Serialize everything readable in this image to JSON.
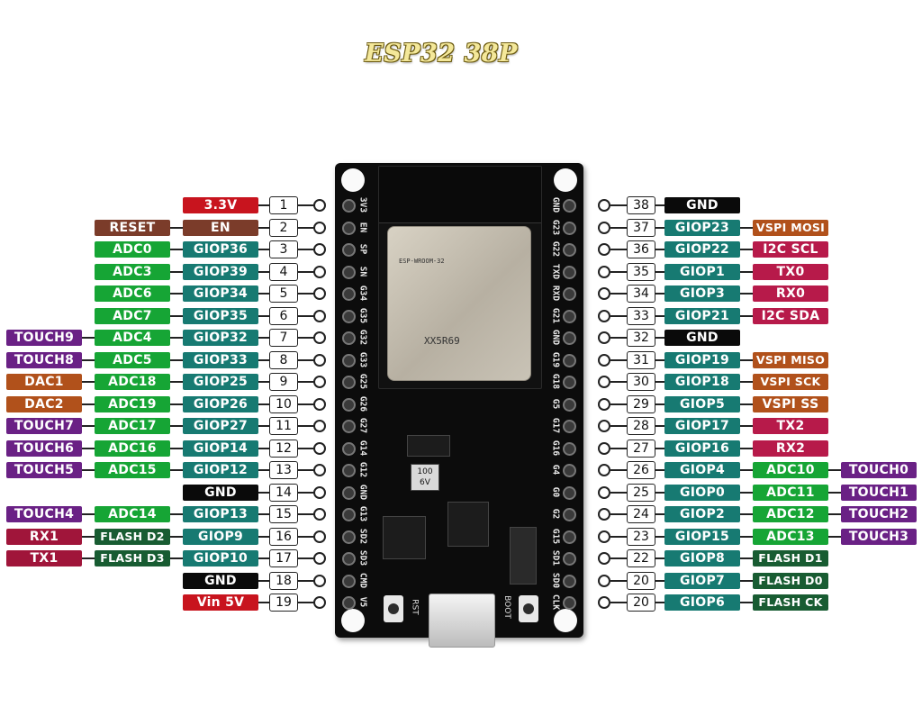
{
  "title": "ESP32 38P",
  "colors": {
    "power": "#c8141e",
    "reset": "#7b3c2a",
    "en": "#7b3c2a",
    "adc": "#16a535",
    "gpio": "#177a72",
    "gnd": "#0a0a0a",
    "touch": "#6a2185",
    "dac": "#b1511b",
    "serial_left": "#a0153a",
    "flash": "#185c32",
    "vspi": "#b1511b",
    "i2c": "#b71a4a",
    "uart_right": "#b71a4a"
  },
  "board": {
    "module_text": [
      "ESP-WROOM-32",
      "XX5R69"
    ],
    "button_rst": "RST",
    "button_boot": "BOOT",
    "cap_label": "100 6V",
    "left_silk": [
      "3V3",
      "EN",
      "SP",
      "SN",
      "G34",
      "G35",
      "G32",
      "G33",
      "G25",
      "G26",
      "G27",
      "G14",
      "G12",
      "GND",
      "G13",
      "SD2",
      "SD3",
      "CMD",
      "V5"
    ],
    "right_silk": [
      "GND",
      "G23",
      "G22",
      "TXD",
      "RXD",
      "G21",
      "GND",
      "G19",
      "G18",
      "G5",
      "G17",
      "G16",
      "G4",
      "G0",
      "G2",
      "G15",
      "SD1",
      "SD0",
      "CLK"
    ]
  },
  "left_pins": [
    {
      "num": "1",
      "labels": [
        {
          "text": "3.3V",
          "kind": "power"
        }
      ]
    },
    {
      "num": "2",
      "labels": [
        {
          "text": "RESET",
          "kind": "reset"
        },
        {
          "text": "EN",
          "kind": "en"
        }
      ]
    },
    {
      "num": "3",
      "labels": [
        {
          "text": "ADC0",
          "kind": "adc"
        },
        {
          "text": "GIOP36",
          "kind": "gpio"
        }
      ]
    },
    {
      "num": "4",
      "labels": [
        {
          "text": "ADC3",
          "kind": "adc"
        },
        {
          "text": "GIOP39",
          "kind": "gpio"
        }
      ]
    },
    {
      "num": "5",
      "labels": [
        {
          "text": "ADC6",
          "kind": "adc"
        },
        {
          "text": "GIOP34",
          "kind": "gpio"
        }
      ]
    },
    {
      "num": "6",
      "labels": [
        {
          "text": "ADC7",
          "kind": "adc"
        },
        {
          "text": "GIOP35",
          "kind": "gpio"
        }
      ]
    },
    {
      "num": "7",
      "labels": [
        {
          "text": "TOUCH9",
          "kind": "touch"
        },
        {
          "text": "ADC4",
          "kind": "adc"
        },
        {
          "text": "GIOP32",
          "kind": "gpio"
        }
      ]
    },
    {
      "num": "8",
      "labels": [
        {
          "text": "TOUCH8",
          "kind": "touch"
        },
        {
          "text": "ADC5",
          "kind": "adc"
        },
        {
          "text": "GIOP33",
          "kind": "gpio"
        }
      ]
    },
    {
      "num": "9",
      "labels": [
        {
          "text": "DAC1",
          "kind": "dac"
        },
        {
          "text": "ADC18",
          "kind": "adc"
        },
        {
          "text": "GIOP25",
          "kind": "gpio"
        }
      ]
    },
    {
      "num": "10",
      "labels": [
        {
          "text": "DAC2",
          "kind": "dac"
        },
        {
          "text": "ADC19",
          "kind": "adc"
        },
        {
          "text": "GIOP26",
          "kind": "gpio"
        }
      ]
    },
    {
      "num": "11",
      "labels": [
        {
          "text": "TOUCH7",
          "kind": "touch"
        },
        {
          "text": "ADC17",
          "kind": "adc"
        },
        {
          "text": "GIOP27",
          "kind": "gpio"
        }
      ]
    },
    {
      "num": "12",
      "labels": [
        {
          "text": "TOUCH6",
          "kind": "touch"
        },
        {
          "text": "ADC16",
          "kind": "adc"
        },
        {
          "text": "GIOP14",
          "kind": "gpio"
        }
      ]
    },
    {
      "num": "13",
      "labels": [
        {
          "text": "TOUCH5",
          "kind": "touch"
        },
        {
          "text": "ADC15",
          "kind": "adc"
        },
        {
          "text": "GIOP12",
          "kind": "gpio"
        }
      ]
    },
    {
      "num": "14",
      "labels": [
        {
          "text": "GND",
          "kind": "gnd"
        }
      ]
    },
    {
      "num": "15",
      "labels": [
        {
          "text": "TOUCH4",
          "kind": "touch"
        },
        {
          "text": "ADC14",
          "kind": "adc"
        },
        {
          "text": "GIOP13",
          "kind": "gpio"
        }
      ]
    },
    {
      "num": "16",
      "labels": [
        {
          "text": "RX1",
          "kind": "serial_left"
        },
        {
          "text": "FLASH D2",
          "kind": "flash"
        },
        {
          "text": "GIOP9",
          "kind": "gpio"
        }
      ]
    },
    {
      "num": "17",
      "labels": [
        {
          "text": "TX1",
          "kind": "serial_left"
        },
        {
          "text": "FLASH D3",
          "kind": "flash"
        },
        {
          "text": "GIOP10",
          "kind": "gpio"
        }
      ]
    },
    {
      "num": "18",
      "labels": [
        {
          "text": "GND",
          "kind": "gnd"
        }
      ]
    },
    {
      "num": "19",
      "labels": [
        {
          "text": "Vin 5V",
          "kind": "power"
        }
      ]
    }
  ],
  "right_pins": [
    {
      "num": "38",
      "labels": [
        {
          "text": "GND",
          "kind": "gnd"
        }
      ]
    },
    {
      "num": "37",
      "labels": [
        {
          "text": "GIOP23",
          "kind": "gpio"
        },
        {
          "text": "VSPI MOSI",
          "kind": "vspi"
        }
      ]
    },
    {
      "num": "36",
      "labels": [
        {
          "text": "GIOP22",
          "kind": "gpio"
        },
        {
          "text": "I2C SCL",
          "kind": "i2c"
        }
      ]
    },
    {
      "num": "35",
      "labels": [
        {
          "text": "GIOP1",
          "kind": "gpio"
        },
        {
          "text": "TX0",
          "kind": "uart_right"
        }
      ]
    },
    {
      "num": "34",
      "labels": [
        {
          "text": "GIOP3",
          "kind": "gpio"
        },
        {
          "text": "RX0",
          "kind": "uart_right"
        }
      ]
    },
    {
      "num": "33",
      "labels": [
        {
          "text": "GIOP21",
          "kind": "gpio"
        },
        {
          "text": "I2C SDA",
          "kind": "i2c"
        }
      ]
    },
    {
      "num": "32",
      "labels": [
        {
          "text": "GND",
          "kind": "gnd"
        }
      ]
    },
    {
      "num": "31",
      "labels": [
        {
          "text": "GIOP19",
          "kind": "gpio"
        },
        {
          "text": "VSPI MISO",
          "kind": "vspi"
        }
      ]
    },
    {
      "num": "30",
      "labels": [
        {
          "text": "GIOP18",
          "kind": "gpio"
        },
        {
          "text": "VSPI SCK",
          "kind": "vspi"
        }
      ]
    },
    {
      "num": "29",
      "labels": [
        {
          "text": "GIOP5",
          "kind": "gpio"
        },
        {
          "text": "VSPI SS",
          "kind": "vspi"
        }
      ]
    },
    {
      "num": "28",
      "labels": [
        {
          "text": "GIOP17",
          "kind": "gpio"
        },
        {
          "text": "TX2",
          "kind": "uart_right"
        }
      ]
    },
    {
      "num": "27",
      "labels": [
        {
          "text": "GIOP16",
          "kind": "gpio"
        },
        {
          "text": "RX2",
          "kind": "uart_right"
        }
      ]
    },
    {
      "num": "26",
      "labels": [
        {
          "text": "GIOP4",
          "kind": "gpio"
        },
        {
          "text": "ADC10",
          "kind": "adc"
        },
        {
          "text": "TOUCH0",
          "kind": "touch"
        }
      ]
    },
    {
      "num": "25",
      "labels": [
        {
          "text": "GIOP0",
          "kind": "gpio"
        },
        {
          "text": "ADC11",
          "kind": "adc"
        },
        {
          "text": "TOUCH1",
          "kind": "touch"
        }
      ]
    },
    {
      "num": "24",
      "labels": [
        {
          "text": "GIOP2",
          "kind": "gpio"
        },
        {
          "text": "ADC12",
          "kind": "adc"
        },
        {
          "text": "TOUCH2",
          "kind": "touch"
        }
      ]
    },
    {
      "num": "23",
      "labels": [
        {
          "text": "GIOP15",
          "kind": "gpio"
        },
        {
          "text": "ADC13",
          "kind": "adc"
        },
        {
          "text": "TOUCH3",
          "kind": "touch"
        }
      ]
    },
    {
      "num": "22",
      "labels": [
        {
          "text": "GIOP8",
          "kind": "gpio"
        },
        {
          "text": "FLASH D1",
          "kind": "flash"
        }
      ]
    },
    {
      "num": "20",
      "labels": [
        {
          "text": "GIOP7",
          "kind": "gpio"
        },
        {
          "text": "FLASH D0",
          "kind": "flash"
        }
      ]
    },
    {
      "num": "20",
      "labels": [
        {
          "text": "GIOP6",
          "kind": "gpio"
        },
        {
          "text": "FLASH CK",
          "kind": "flash"
        }
      ]
    }
  ]
}
